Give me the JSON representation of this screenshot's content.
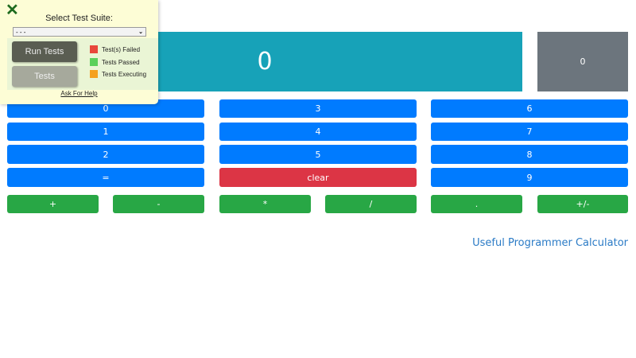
{
  "display": {
    "value": "0",
    "memory": "0"
  },
  "colors": {
    "display": "#17a2b8",
    "memory": "#6c757d",
    "number_button": "#007bff",
    "clear_button": "#dc3545",
    "operator_button": "#28a745",
    "link": "#2b7bc6"
  },
  "keys": {
    "col1": [
      "0",
      "1",
      "2",
      "="
    ],
    "col2": [
      "3",
      "4",
      "5",
      "clear"
    ],
    "col3": [
      "6",
      "7",
      "8",
      "9"
    ],
    "operators": [
      "+",
      "-",
      "*",
      "/",
      ".",
      "+/-"
    ]
  },
  "footer": {
    "link": "Useful Programmer Calculator"
  },
  "test_panel": {
    "close_icon": "✕",
    "title": "Select Test Suite:",
    "select_value": "- - -",
    "run_button": "Run Tests",
    "tests_button": "Tests",
    "legend": [
      {
        "label": "Test(s) Failed",
        "color": "#e8473b"
      },
      {
        "label": "Tests Passed",
        "color": "#5ad05a"
      },
      {
        "label": "Tests Executing",
        "color": "#f5a11e"
      }
    ],
    "help_link": "Ask For Help"
  }
}
